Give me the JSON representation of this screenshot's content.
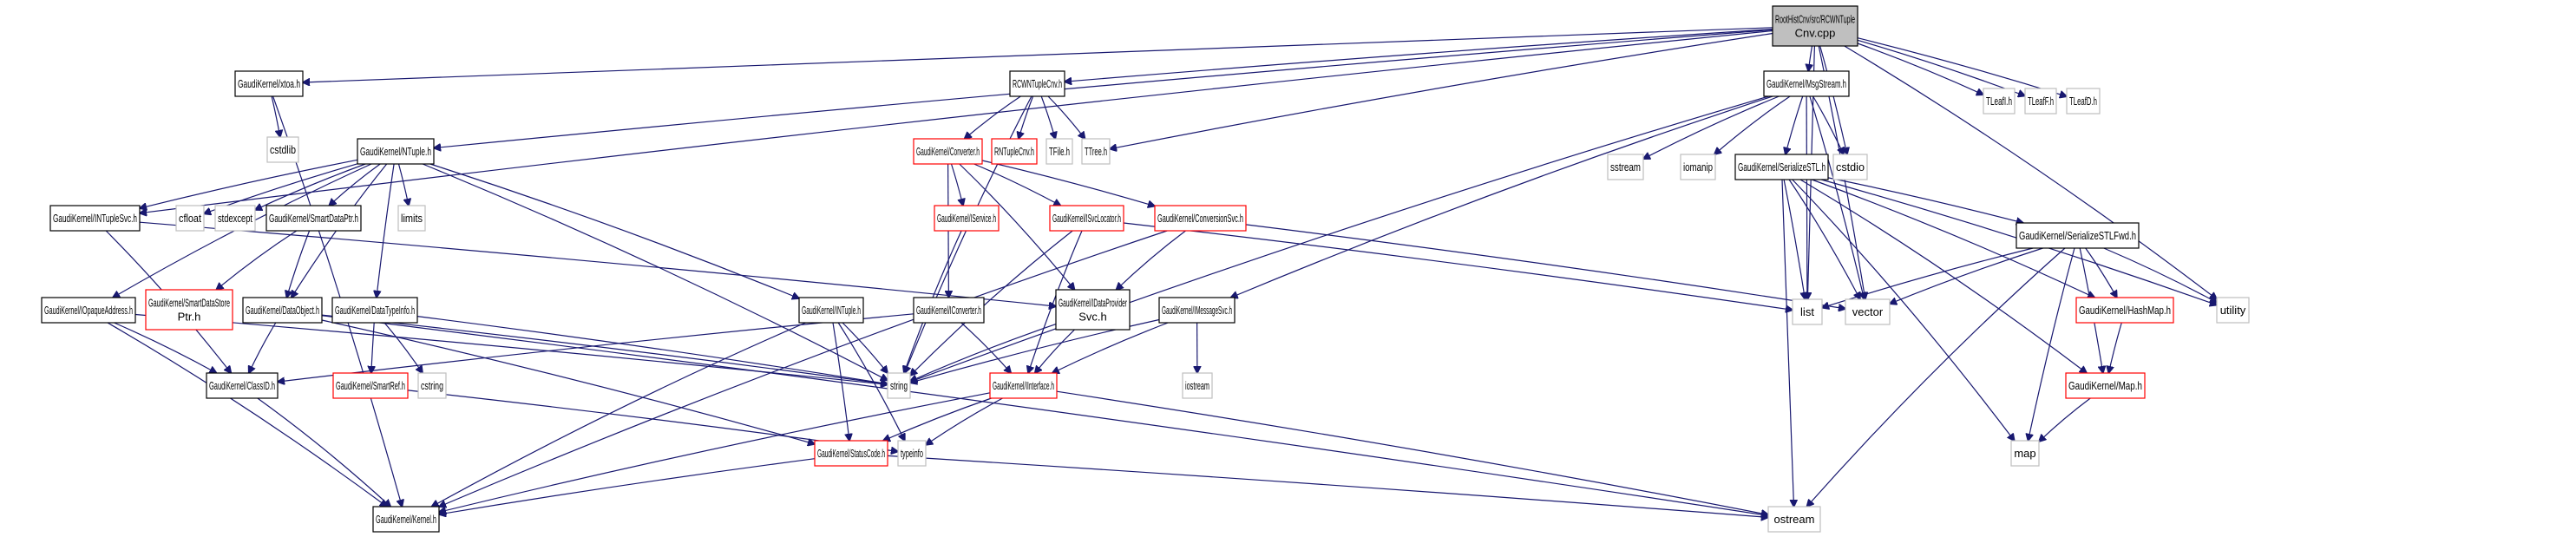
{
  "title": "RootHistCnv/src/RCWNTupleCnv.cpp include dependency graph",
  "colors": {
    "edge": "#191970",
    "root_fill": "#bfbfbf",
    "documented_border": "#000000",
    "truncated_border": "#ff0000",
    "external_border": "#bfbfbf"
  },
  "nodes": [
    {
      "id": "root",
      "lines": [
        "RootHistCnv/src/RCWNTuple",
        "Cnv.cpp"
      ],
      "kind": "root"
    },
    {
      "id": "xtoa",
      "lines": [
        "GaudiKernel/xtoa.h"
      ],
      "kind": "file"
    },
    {
      "id": "cstdlib",
      "lines": [
        "cstdlib"
      ],
      "kind": "ext"
    },
    {
      "id": "rcwnh",
      "lines": [
        "RCWNTupleCnv.h"
      ],
      "kind": "file"
    },
    {
      "id": "msgstream",
      "lines": [
        "GaudiKernel/MsgStream.h"
      ],
      "kind": "file"
    },
    {
      "id": "tleafi",
      "lines": [
        "TLeafI.h"
      ],
      "kind": "ext"
    },
    {
      "id": "tleaff",
      "lines": [
        "TLeafF.h"
      ],
      "kind": "ext"
    },
    {
      "id": "tleafd",
      "lines": [
        "TLeafD.h"
      ],
      "kind": "ext"
    },
    {
      "id": "ntuple",
      "lines": [
        "GaudiKernel/NTuple.h"
      ],
      "kind": "file"
    },
    {
      "id": "converter",
      "lines": [
        "GaudiKernel/Converter.h"
      ],
      "kind": "trunc"
    },
    {
      "id": "rntuplecnv",
      "lines": [
        "RNTupleCnv.h"
      ],
      "kind": "trunc"
    },
    {
      "id": "tfile",
      "lines": [
        "TFile.h"
      ],
      "kind": "ext"
    },
    {
      "id": "ttree",
      "lines": [
        "TTree.h"
      ],
      "kind": "ext"
    },
    {
      "id": "sstream",
      "lines": [
        "sstream"
      ],
      "kind": "ext"
    },
    {
      "id": "iomanip",
      "lines": [
        "iomanip"
      ],
      "kind": "ext"
    },
    {
      "id": "serializestl",
      "lines": [
        "GaudiKernel/SerializeSTL.h"
      ],
      "kind": "file"
    },
    {
      "id": "cstdio",
      "lines": [
        "cstdio"
      ],
      "kind": "ext"
    },
    {
      "id": "intuplesvc",
      "lines": [
        "GaudiKernel/INTupleSvc.h"
      ],
      "kind": "file"
    },
    {
      "id": "cfloat",
      "lines": [
        "cfloat"
      ],
      "kind": "ext"
    },
    {
      "id": "stdexcept",
      "lines": [
        "stdexcept"
      ],
      "kind": "ext"
    },
    {
      "id": "smartdataptr",
      "lines": [
        "GaudiKernel/SmartDataPtr.h"
      ],
      "kind": "file"
    },
    {
      "id": "limits",
      "lines": [
        "limits"
      ],
      "kind": "ext"
    },
    {
      "id": "iservice",
      "lines": [
        "GaudiKernel/IService.h"
      ],
      "kind": "trunc"
    },
    {
      "id": "isvclocator",
      "lines": [
        "GaudiKernel/ISvcLocator.h"
      ],
      "kind": "trunc"
    },
    {
      "id": "conversionsvc",
      "lines": [
        "GaudiKernel/ConversionSvc.h"
      ],
      "kind": "trunc"
    },
    {
      "id": "serializestlfwd",
      "lines": [
        "GaudiKernel/SerializeSTLFwd.h"
      ],
      "kind": "file"
    },
    {
      "id": "iopaque",
      "lines": [
        "GaudiKernel/IOpaqueAddress.h"
      ],
      "kind": "file"
    },
    {
      "id": "smartdatastore",
      "lines": [
        "GaudiKernel/SmartDataStore",
        "Ptr.h"
      ],
      "kind": "trunc"
    },
    {
      "id": "dataobject",
      "lines": [
        "GaudiKernel/DataObject.h"
      ],
      "kind": "file"
    },
    {
      "id": "datatypeinfo",
      "lines": [
        "GaudiKernel/DataTypeInfo.h"
      ],
      "kind": "file"
    },
    {
      "id": "intuple",
      "lines": [
        "GaudiKernel/INTuple.h"
      ],
      "kind": "file"
    },
    {
      "id": "iconverter",
      "lines": [
        "GaudiKernel/IConverter.h"
      ],
      "kind": "file"
    },
    {
      "id": "idataprovider",
      "lines": [
        "GaudiKernel/IDataProvider",
        "Svc.h"
      ],
      "kind": "file"
    },
    {
      "id": "imessagesvc",
      "lines": [
        "GaudiKernel/IMessageSvc.h"
      ],
      "kind": "file"
    },
    {
      "id": "list",
      "lines": [
        "list"
      ],
      "kind": "ext"
    },
    {
      "id": "vector",
      "lines": [
        "vector"
      ],
      "kind": "ext"
    },
    {
      "id": "hashmap",
      "lines": [
        "GaudiKernel/HashMap.h"
      ],
      "kind": "trunc"
    },
    {
      "id": "utility",
      "lines": [
        "utility"
      ],
      "kind": "ext"
    },
    {
      "id": "classid",
      "lines": [
        "GaudiKernel/ClassID.h"
      ],
      "kind": "file"
    },
    {
      "id": "smartref",
      "lines": [
        "GaudiKernel/SmartRef.h"
      ],
      "kind": "trunc"
    },
    {
      "id": "cstring",
      "lines": [
        "cstring"
      ],
      "kind": "ext"
    },
    {
      "id": "string",
      "lines": [
        "string"
      ],
      "kind": "ext"
    },
    {
      "id": "iinterface",
      "lines": [
        "GaudiKernel/IInterface.h"
      ],
      "kind": "trunc"
    },
    {
      "id": "iostream",
      "lines": [
        "iostream"
      ],
      "kind": "ext"
    },
    {
      "id": "map_h",
      "lines": [
        "GaudiKernel/Map.h"
      ],
      "kind": "trunc"
    },
    {
      "id": "statuscode",
      "lines": [
        "GaudiKernel/StatusCode.h"
      ],
      "kind": "trunc"
    },
    {
      "id": "typeinfo",
      "lines": [
        "typeinfo"
      ],
      "kind": "ext"
    },
    {
      "id": "map",
      "lines": [
        "map"
      ],
      "kind": "ext"
    },
    {
      "id": "kernel",
      "lines": [
        "GaudiKernel/Kernel.h"
      ],
      "kind": "file"
    },
    {
      "id": "ostream",
      "lines": [
        "ostream"
      ],
      "kind": "ext"
    }
  ],
  "edges": [
    [
      "root",
      "xtoa"
    ],
    [
      "root",
      "rcwnh"
    ],
    [
      "root",
      "msgstream"
    ],
    [
      "root",
      "tleafi"
    ],
    [
      "root",
      "tleaff"
    ],
    [
      "root",
      "tleafd"
    ],
    [
      "root",
      "ntuple"
    ],
    [
      "root",
      "intuplesvc"
    ],
    [
      "root",
      "ttree"
    ],
    [
      "root",
      "cstdio"
    ],
    [
      "root",
      "list"
    ],
    [
      "root",
      "vector"
    ],
    [
      "root",
      "utility"
    ],
    [
      "xtoa",
      "cstdlib"
    ],
    [
      "xtoa",
      "kernel"
    ],
    [
      "rcwnh",
      "converter"
    ],
    [
      "rcwnh",
      "rntuplecnv"
    ],
    [
      "rcwnh",
      "tfile"
    ],
    [
      "rcwnh",
      "ttree"
    ],
    [
      "rcwnh",
      "string"
    ],
    [
      "msgstream",
      "sstream"
    ],
    [
      "msgstream",
      "iomanip"
    ],
    [
      "msgstream",
      "serializestl"
    ],
    [
      "msgstream",
      "cstdio"
    ],
    [
      "msgstream",
      "string"
    ],
    [
      "msgstream",
      "vector"
    ],
    [
      "msgstream",
      "imessagesvc"
    ],
    [
      "msgstream",
      "list"
    ],
    [
      "ntuple",
      "intuplesvc"
    ],
    [
      "ntuple",
      "cfloat"
    ],
    [
      "ntuple",
      "stdexcept"
    ],
    [
      "ntuple",
      "smartdataptr"
    ],
    [
      "ntuple",
      "limits"
    ],
    [
      "ntuple",
      "iopaque"
    ],
    [
      "ntuple",
      "dataobject"
    ],
    [
      "ntuple",
      "datatypeinfo"
    ],
    [
      "ntuple",
      "intuple"
    ],
    [
      "ntuple",
      "string"
    ],
    [
      "converter",
      "iservice"
    ],
    [
      "converter",
      "isvclocator"
    ],
    [
      "converter",
      "conversionsvc"
    ],
    [
      "converter",
      "iconverter"
    ],
    [
      "converter",
      "idataprovider"
    ],
    [
      "serializestl",
      "serializestlfwd"
    ],
    [
      "serializestl",
      "list"
    ],
    [
      "serializestl",
      "vector"
    ],
    [
      "serializestl",
      "hashmap"
    ],
    [
      "serializestl",
      "utility"
    ],
    [
      "serializestl",
      "map_h"
    ],
    [
      "serializestl",
      "map"
    ],
    [
      "serializestl",
      "ostream"
    ],
    [
      "intuplesvc",
      "classid"
    ],
    [
      "intuplesvc",
      "idataprovider"
    ],
    [
      "smartdataptr",
      "smartdatastore"
    ],
    [
      "smartdataptr",
      "dataobject"
    ],
    [
      "iservice",
      "string"
    ],
    [
      "isvclocator",
      "list"
    ],
    [
      "isvclocator",
      "string"
    ],
    [
      "isvclocator",
      "iinterface"
    ],
    [
      "conversionsvc",
      "idataprovider"
    ],
    [
      "conversionsvc",
      "vector"
    ],
    [
      "conversionsvc",
      "kernel"
    ],
    [
      "serializestlfwd",
      "list"
    ],
    [
      "serializestlfwd",
      "vector"
    ],
    [
      "serializestlfwd",
      "hashmap"
    ],
    [
      "serializestlfwd",
      "utility"
    ],
    [
      "serializestlfwd",
      "map_h"
    ],
    [
      "serializestlfwd",
      "map"
    ],
    [
      "serializestlfwd",
      "ostream"
    ],
    [
      "iopaque",
      "classid"
    ],
    [
      "iopaque",
      "kernel"
    ],
    [
      "iopaque",
      "string"
    ],
    [
      "dataobject",
      "classid"
    ],
    [
      "dataobject",
      "string"
    ],
    [
      "dataobject",
      "statuscode"
    ],
    [
      "dataobject",
      "ostream"
    ],
    [
      "datatypeinfo",
      "smartref"
    ],
    [
      "datatypeinfo",
      "cstring"
    ],
    [
      "datatypeinfo",
      "string"
    ],
    [
      "intuple",
      "string"
    ],
    [
      "intuple",
      "statuscode"
    ],
    [
      "intuple",
      "typeinfo"
    ],
    [
      "intuple",
      "kernel"
    ],
    [
      "iconverter",
      "iinterface"
    ],
    [
      "iconverter",
      "classid"
    ],
    [
      "idataprovider",
      "string"
    ],
    [
      "idataprovider",
      "iinterface"
    ],
    [
      "imessagesvc",
      "string"
    ],
    [
      "imessagesvc",
      "iinterface"
    ],
    [
      "imessagesvc",
      "iostream"
    ],
    [
      "hashmap",
      "map_h"
    ],
    [
      "map_h",
      "map"
    ],
    [
      "classid",
      "kernel"
    ],
    [
      "smartref",
      "typeinfo"
    ],
    [
      "iinterface",
      "statuscode"
    ],
    [
      "iinterface",
      "typeinfo"
    ],
    [
      "iinterface",
      "kernel"
    ],
    [
      "iinterface",
      "ostream"
    ],
    [
      "statuscode",
      "kernel"
    ],
    [
      "statuscode",
      "ostream"
    ]
  ]
}
